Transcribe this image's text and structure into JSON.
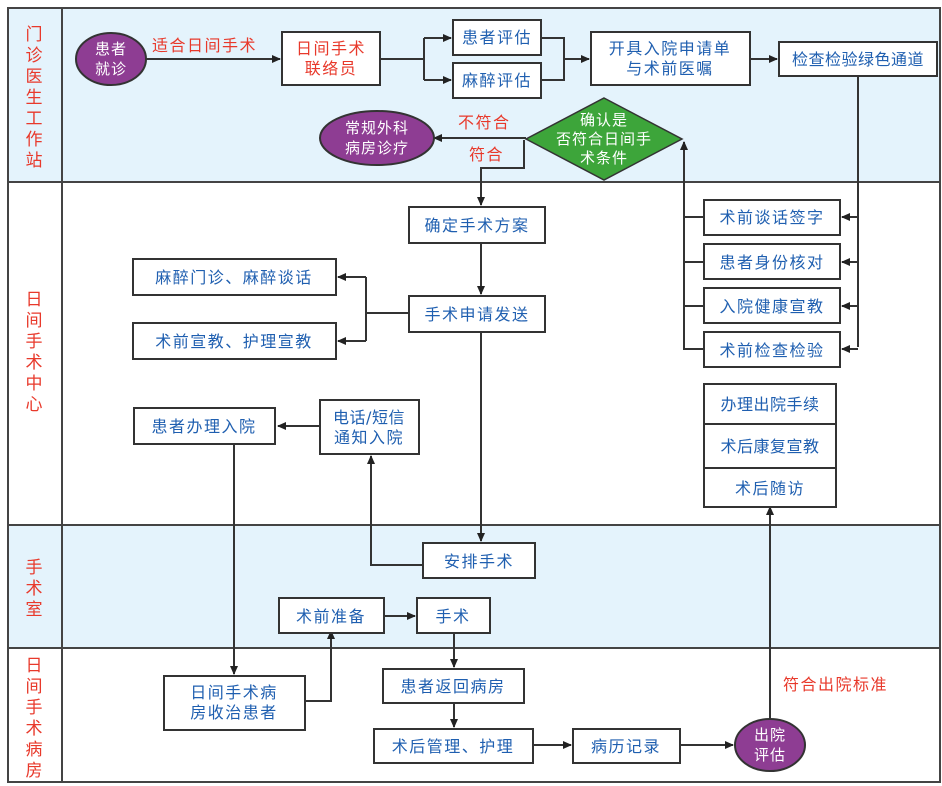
{
  "title": "日间手术流程图",
  "colors": {
    "lane_blue": "#e4f3fc",
    "lane_white": "#ffffff",
    "lane_label": "#e8392b",
    "box_text": "#1f5fb0",
    "ellipse_fill": "#8e3d93",
    "diamond_fill": "#3da53a",
    "red_label": "#e8392b"
  },
  "lanes": [
    {
      "id": "outpatient",
      "label": [
        "门",
        "诊",
        "医",
        "生",
        "工",
        "作",
        "站"
      ]
    },
    {
      "id": "day-surgery-center",
      "label": [
        "日",
        "间",
        "手",
        "术",
        "中",
        "心"
      ]
    },
    {
      "id": "operating-room",
      "label": [
        "手",
        "术",
        "室"
      ]
    },
    {
      "id": "day-surgery-ward",
      "label": [
        "日",
        "间",
        "手",
        "术",
        "病",
        "房"
      ]
    }
  ],
  "nodes": {
    "patient_visit": [
      "患者",
      "就诊"
    ],
    "coordinator": [
      "日间手术",
      "联络员"
    ],
    "patient_eval": "患者评估",
    "anesthesia_eval": "麻醉评估",
    "admission_order": [
      "开具入院申请单",
      "与术前医嘱"
    ],
    "green_channel": "检查检验绿色通道",
    "decision": [
      "确认是",
      "否符合日间手",
      "术条件"
    ],
    "regular_surgery": [
      "常规外科",
      "病房诊疗"
    ],
    "surgery_plan": "确定手术方案",
    "surgery_request": "手术申请发送",
    "anesthesia_clinic": "麻醉门诊、麻醉谈话",
    "preop_education": "术前宣教、护理宣教",
    "preop_consent": "术前谈话签字",
    "identity_check": "患者身份核对",
    "health_education": "入院健康宣教",
    "preop_tests": "术前检查检验",
    "admission_process": "患者办理入院",
    "phone_notice": [
      "电话/短信",
      "通知入院"
    ],
    "discharge_procedures": "办理出院手续",
    "rehab_education": "术后康复宣教",
    "followup": "术后随访",
    "schedule_surgery": "安排手术",
    "preop_prep": "术前准备",
    "surgery": "手术",
    "ward_admit": [
      "日间手术病",
      "房收治患者"
    ],
    "return_ward": "患者返回病房",
    "postop_care": "术后管理、护理",
    "medical_record": "病历记录",
    "discharge_eval": [
      "出院",
      "评估"
    ]
  },
  "edge_labels": {
    "suitable": "适合日间手术",
    "not_meet": "不符合",
    "meet": "符合",
    "meet_discharge": "符合出院标准"
  }
}
